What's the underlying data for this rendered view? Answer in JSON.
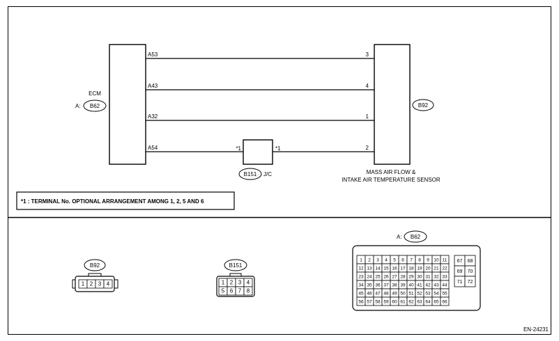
{
  "figure_id": "EN-24231",
  "ecm": {
    "label": "ECM",
    "connector_prefix": "A:",
    "connector": "B62"
  },
  "sensor": {
    "connector": "B92",
    "label_line1": "MASS AIR FLOW &",
    "label_line2": "INTAKE AIR TEMPERATURE SENSOR"
  },
  "joint": {
    "connector": "B151",
    "suffix": "J/C",
    "mark": "*1"
  },
  "wires": [
    {
      "ecm_pin": "A53",
      "sensor_pin": "3"
    },
    {
      "ecm_pin": "A43",
      "sensor_pin": "4"
    },
    {
      "ecm_pin": "A32",
      "sensor_pin": "1"
    },
    {
      "ecm_pin": "A54",
      "sensor_pin": "2"
    }
  ],
  "note": "*1 : TERMINAL No. OPTIONAL ARRANGEMENT AMONG 1, 2, 5 AND 6",
  "connectors_view": {
    "b92": {
      "label": "B92",
      "pins": [
        "1",
        "2",
        "3",
        "4"
      ]
    },
    "b151": {
      "label": "B151",
      "rows": [
        [
          "1",
          "2",
          "3",
          "4"
        ],
        [
          "5",
          "6",
          "7",
          "8"
        ]
      ]
    },
    "b62": {
      "prefix": "A:",
      "label": "B62",
      "main_rows": [
        [
          "1",
          "2",
          "3",
          "4",
          "5",
          "6",
          "7",
          "8",
          "9",
          "10",
          "11"
        ],
        [
          "12",
          "13",
          "14",
          "15",
          "16",
          "17",
          "18",
          "19",
          "20",
          "21",
          "22"
        ],
        [
          "23",
          "24",
          "25",
          "26",
          "27",
          "28",
          "29",
          "30",
          "31",
          "32",
          "33"
        ],
        [
          "34",
          "35",
          "36",
          "37",
          "38",
          "39",
          "40",
          "41",
          "42",
          "43",
          "44"
        ],
        [
          "45",
          "46",
          "47",
          "48",
          "49",
          "50",
          "51",
          "52",
          "53",
          "54",
          "55"
        ],
        [
          "56",
          "57",
          "58",
          "59",
          "60",
          "61",
          "62",
          "63",
          "64",
          "65",
          "66"
        ]
      ],
      "side_rows": [
        [
          "67",
          "68"
        ],
        [
          "69",
          "70"
        ],
        [
          "71",
          "72"
        ]
      ]
    }
  }
}
